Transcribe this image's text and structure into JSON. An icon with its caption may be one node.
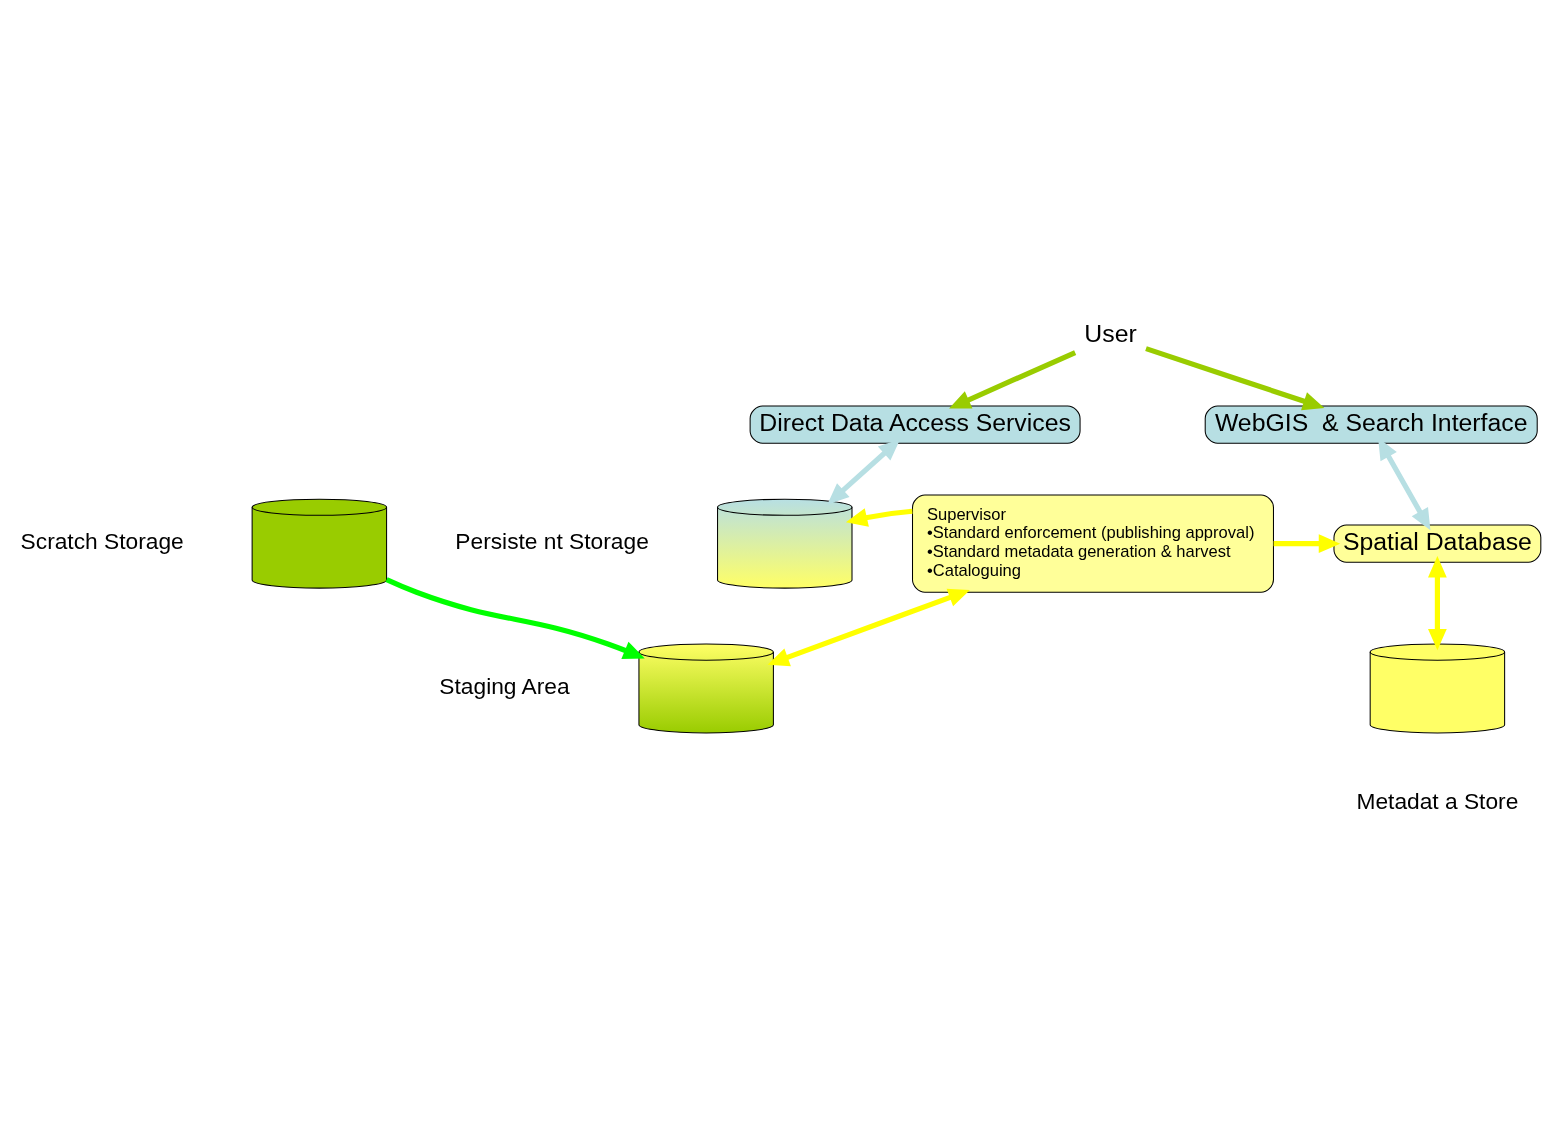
{
  "diagram": {
    "nodes": [
      {
        "text": [
          "User"
        ]
      },
      {
        "text": [
          "Direct Data Access Services"
        ]
      },
      {
        "text": [
          "WebGIS  & Search Interface"
        ]
      },
      {
        "text": [],
        "shape": "cylinder",
        "beside": [
          "Persiste nt Storage"
        ]
      },
      {
        "text": [
          "Supervisor",
          "•Standard enforcement (publishing approval)",
          "•Standard metadata generation & harvest",
          "•Cataloguing"
        ]
      },
      {
        "text": [
          "Spatial Database"
        ]
      },
      {
        "text": [],
        "shape": "cylinder",
        "beside": [
          "Staging Area"
        ]
      },
      {
        "text": [],
        "shape": "cylinder",
        "beside": [
          "Metadat a Store"
        ]
      },
      {
        "text": [],
        "shape": "cylinder",
        "beside": [
          "Scratch Storage"
        ]
      }
    ],
    "edges": [
      {
        "from": 0,
        "to": 1,
        "arrow": "to",
        "color": "#99cc00"
      },
      {
        "from": 0,
        "to": 2,
        "arrow": "to",
        "color": "#99cc00"
      },
      {
        "from": 1,
        "to": 3,
        "arrow": "both",
        "color": "#b7dfe3"
      },
      {
        "from": 2,
        "to": 5,
        "arrow": "both",
        "color": "#b7dfe3"
      },
      {
        "from": 4,
        "to": 3,
        "arrow": "to"
      },
      {
        "from": 4,
        "to": 5,
        "arrow": "to"
      },
      {
        "from": 6,
        "to": 4,
        "arrow": "both"
      },
      {
        "from": 5,
        "to": 7,
        "arrow": "both"
      },
      {
        "from": 8,
        "to": 6,
        "arrow": "to",
        "color": "#00ff00"
      }
    ]
  }
}
